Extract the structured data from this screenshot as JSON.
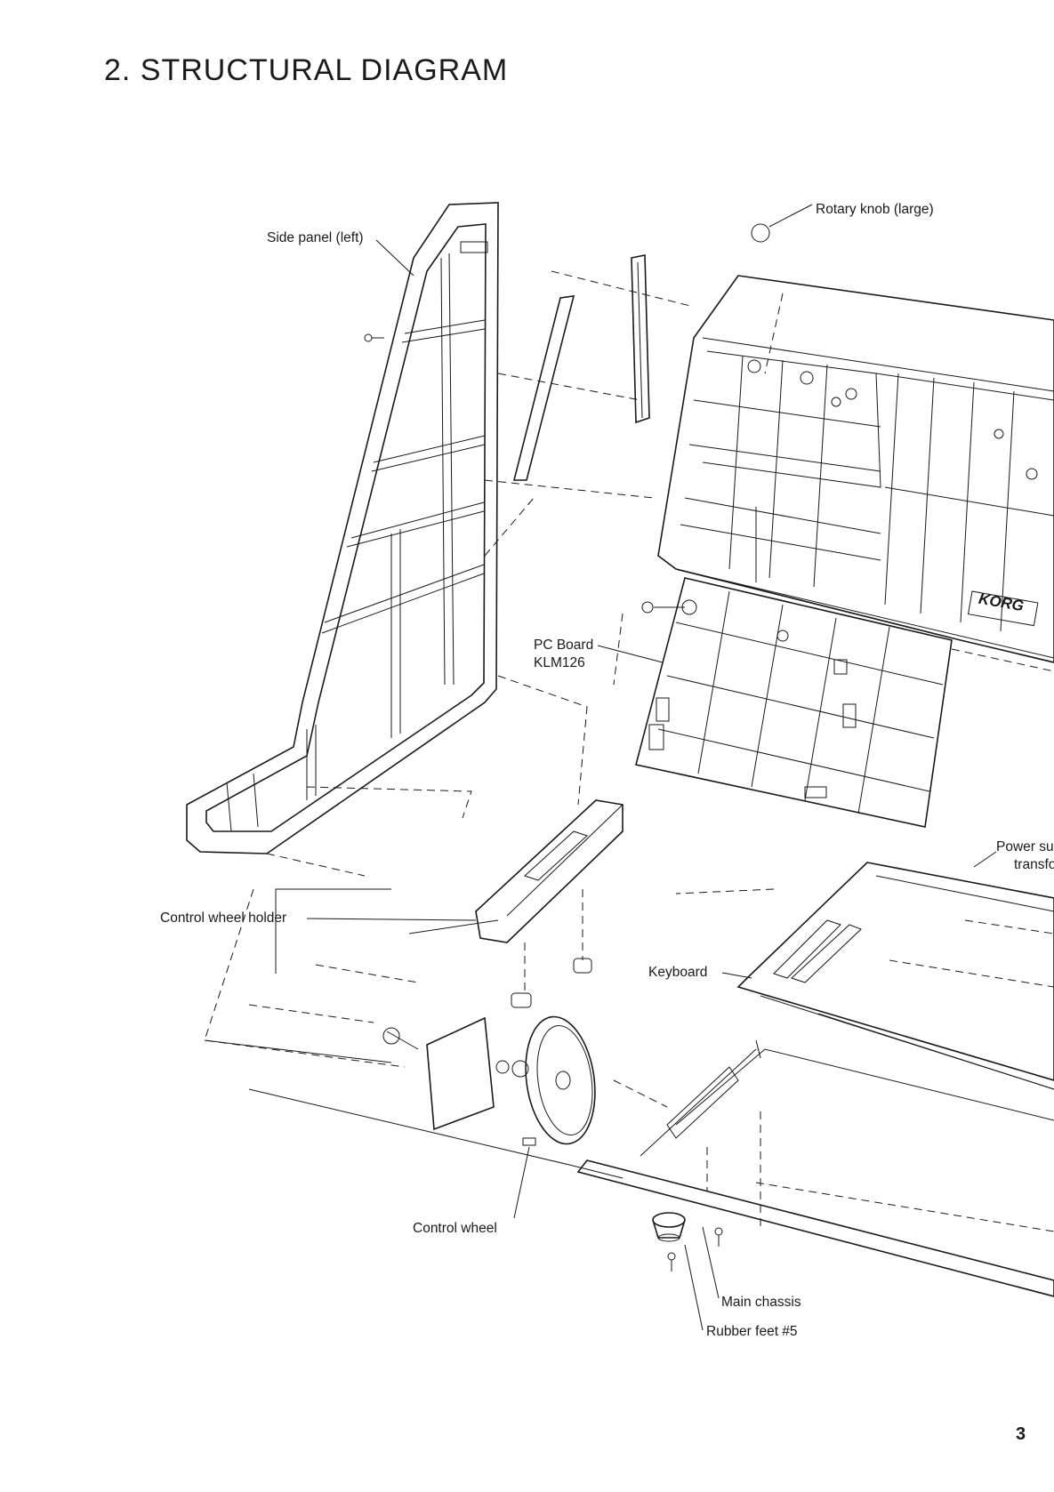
{
  "title": "2. STRUCTURAL DIAGRAM",
  "page_number": "3",
  "labels": {
    "side_panel_left": "Side panel (left)",
    "rotary_knob_large": "Rotary knob (large)",
    "pc_board_line1": "PC Board",
    "pc_board_line2": "KLM126",
    "control_wheel_holder": "Control wheel holder",
    "keyboard": "Keyboard",
    "power_supply_line1": "Power su",
    "power_supply_line2": "transfo",
    "control_wheel": "Control wheel",
    "main_chassis": "Main chassis",
    "rubber_feet": "Rubber feet #5",
    "brand_logo": "KORG"
  }
}
